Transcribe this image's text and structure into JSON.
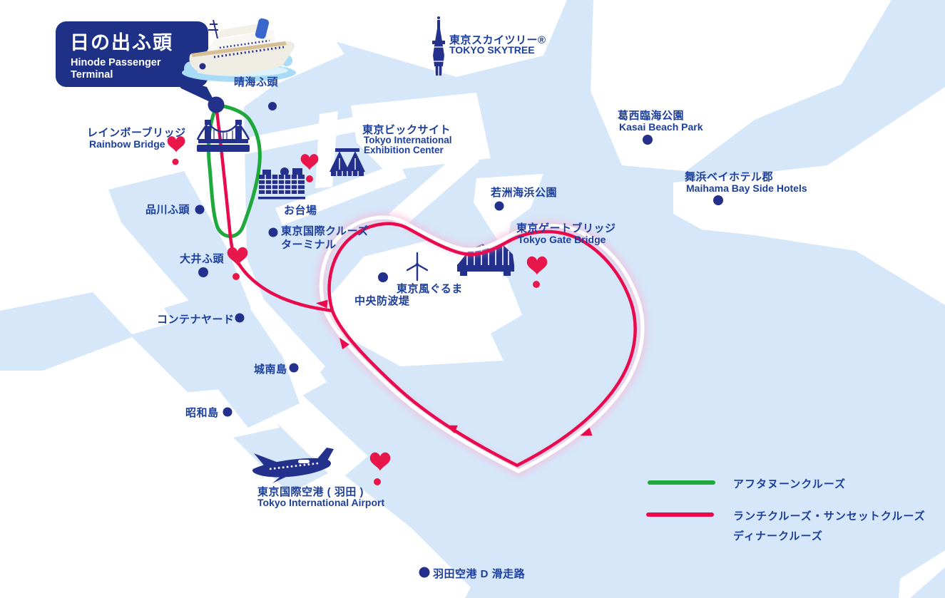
{
  "badge": {
    "title": "日の出ふ頭",
    "subtitle_line1": "Hinode Passenger",
    "subtitle_line2": "Terminal"
  },
  "skytree": {
    "jp": "東京スカイツリー®",
    "en": "TOKYO SKYTREE"
  },
  "places": {
    "harumi": {
      "jp": "晴海ふ頭"
    },
    "rainbow_bridge": {
      "jp": "レインボーブリッジ",
      "en": "Rainbow Bridge"
    },
    "shinagawa": {
      "jp": "品川ふ頭"
    },
    "odaiba": {
      "jp": "お台場"
    },
    "big_sight": {
      "jp": "東京ビックサイト",
      "en_line1": "Tokyo International",
      "en_line2": "Exhibition Center"
    },
    "cruise_terminal": {
      "jp_line1": "東京国際クルーズ",
      "jp_line2": "ターミナル"
    },
    "oi": {
      "jp": "大井ふ頭"
    },
    "container_yard": {
      "jp": "コンテナヤード"
    },
    "windmill": {
      "jp": "東京風ぐるま"
    },
    "breakwater": {
      "jp": "中央防波堤"
    },
    "wakasu": {
      "jp": "若洲海浜公園"
    },
    "gate_bridge": {
      "jp": "東京ゲートブリッジ",
      "en": "Tokyo Gate Bridge"
    },
    "kasai": {
      "jp": "葛西臨海公園",
      "en": "Kasai Beach Park"
    },
    "maihama": {
      "jp": "舞浜ベイホテル郡",
      "en": "Maihama Bay Side Hotels"
    },
    "jonanjima": {
      "jp": "城南島"
    },
    "showajima": {
      "jp": "昭和島"
    },
    "haneda_airport": {
      "jp": "東京国際空港 ( 羽田 )",
      "en": "Tokyo International Airport"
    },
    "haneda_runway_d": {
      "jp": "羽田空港 D 滑走路"
    }
  },
  "legend": {
    "afternoon": {
      "label": "アフタヌーンクルーズ",
      "color": "#1fa83c"
    },
    "lunch_sunset_dinner": {
      "label": "ランチクルーズ・サンセットクルーズ",
      "label_line2": "ディナークルーズ",
      "color": "#e80a4c"
    }
  },
  "colors": {
    "sea": "#d5e7f9",
    "navy_text": "#1d3f9c",
    "navy_icon": "#24318c",
    "route_red": "#e80a4c",
    "route_green": "#1fa83c",
    "badge_bg": "#1e3187"
  }
}
